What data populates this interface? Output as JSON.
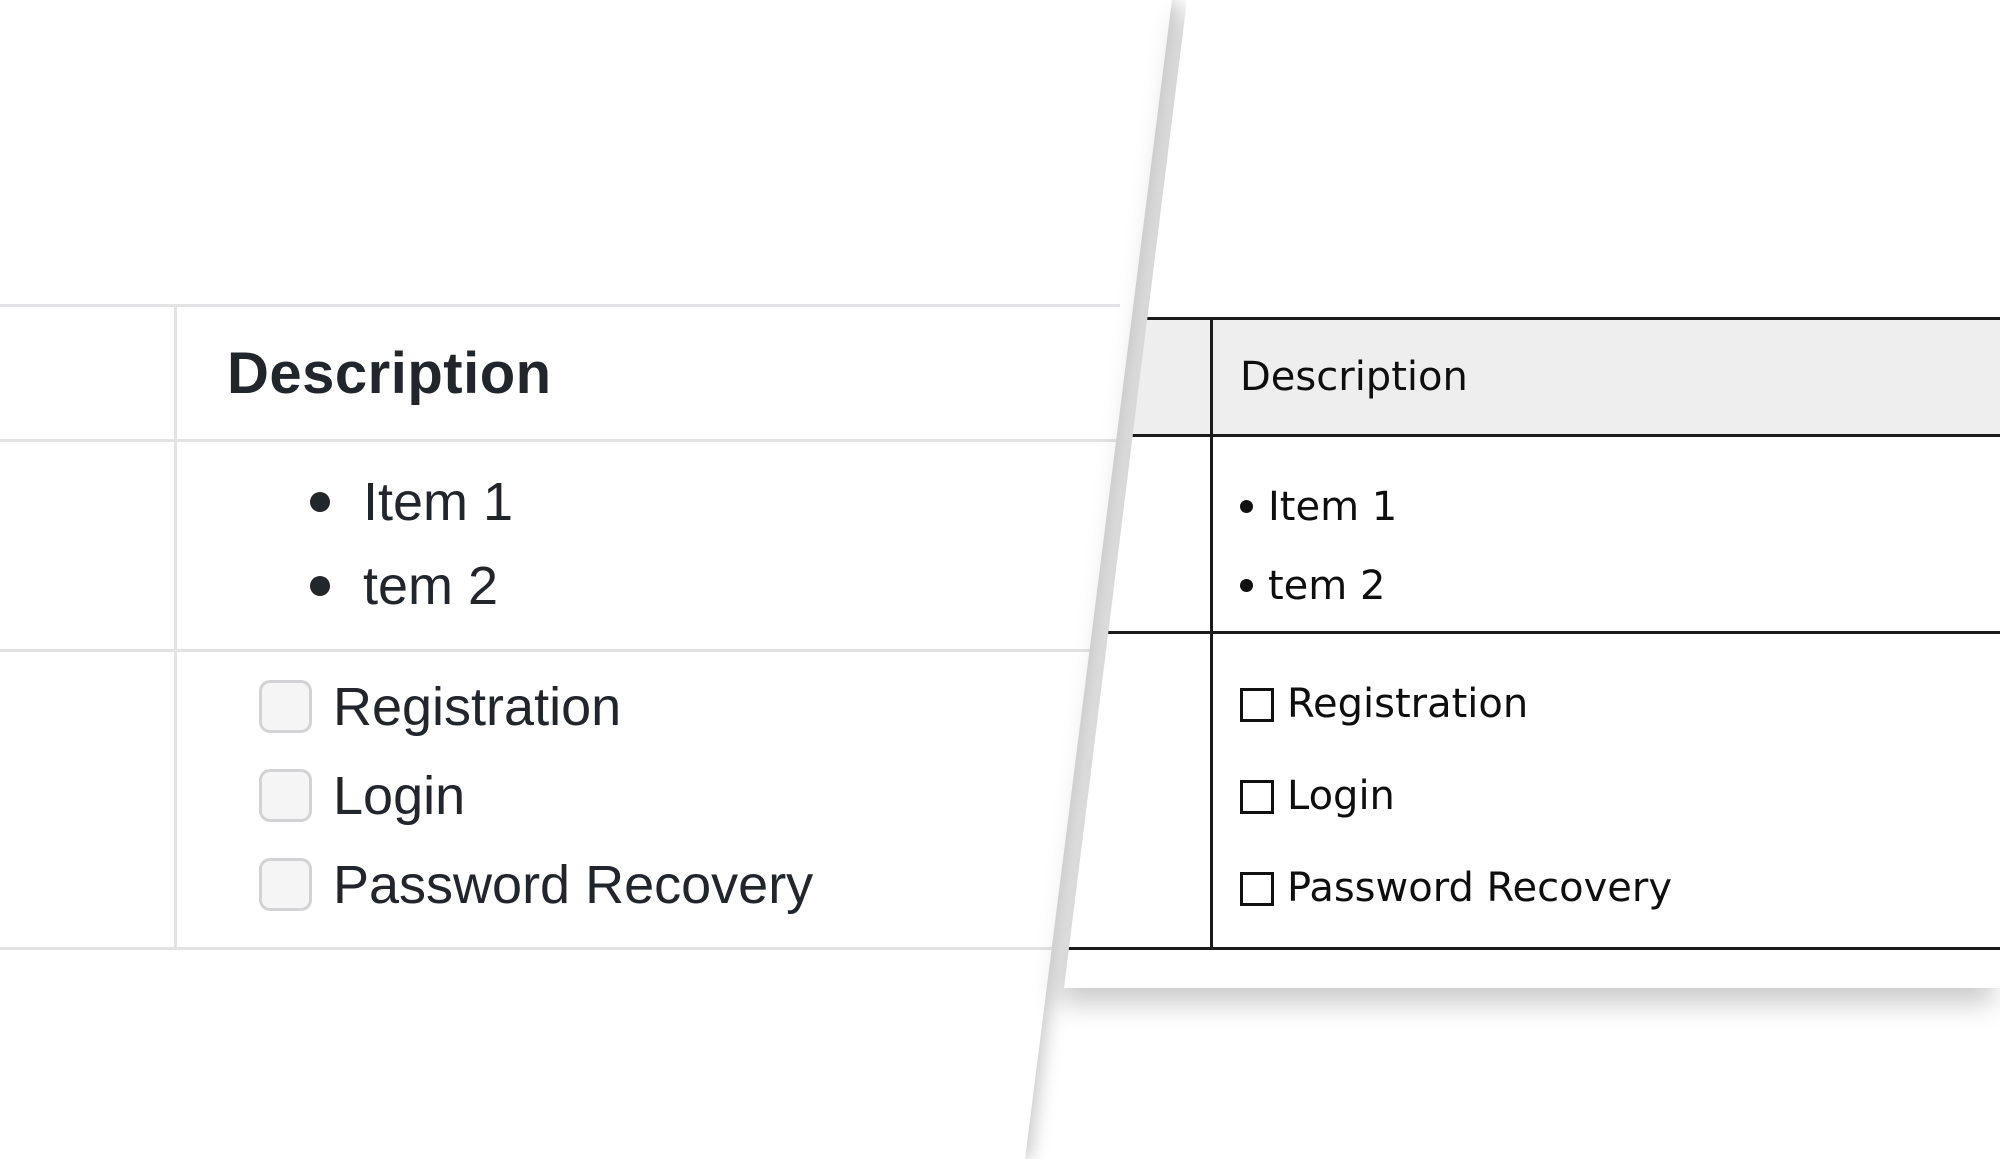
{
  "left_panel": {
    "description": "table rendered in light web-app style, clipped by diagonal seam",
    "header": "Description",
    "bullets": [
      "Item 1",
      "tem 2"
    ],
    "checklist": [
      {
        "label": "Registration",
        "checked": false
      },
      {
        "label": "Login",
        "checked": false
      },
      {
        "label": "Password Recovery",
        "checked": false
      }
    ],
    "colors": {
      "border": "#e3e3e5",
      "text": "#21262d",
      "checkbox_border": "#d3d3d6",
      "checkbox_fill": "#f5f5f6"
    },
    "icons": {
      "bullet": "round dot",
      "checkbox": "rounded square, unchecked"
    }
  },
  "right_panel": {
    "description": "same table rendered in exported-document style on overlapping sheet",
    "header": "Description",
    "bullets": [
      "Item 1",
      "tem 2"
    ],
    "checklist": [
      {
        "label": "Registration",
        "checked": false
      },
      {
        "label": "Login",
        "checked": false
      },
      {
        "label": "Password Recovery",
        "checked": false
      }
    ],
    "colors": {
      "border": "#1b1b1b",
      "text": "#0e0e0e",
      "header_bg": "#eeeeee"
    },
    "icons": {
      "bullet": "round dot",
      "ballot_box": "square outline, unchecked"
    }
  }
}
